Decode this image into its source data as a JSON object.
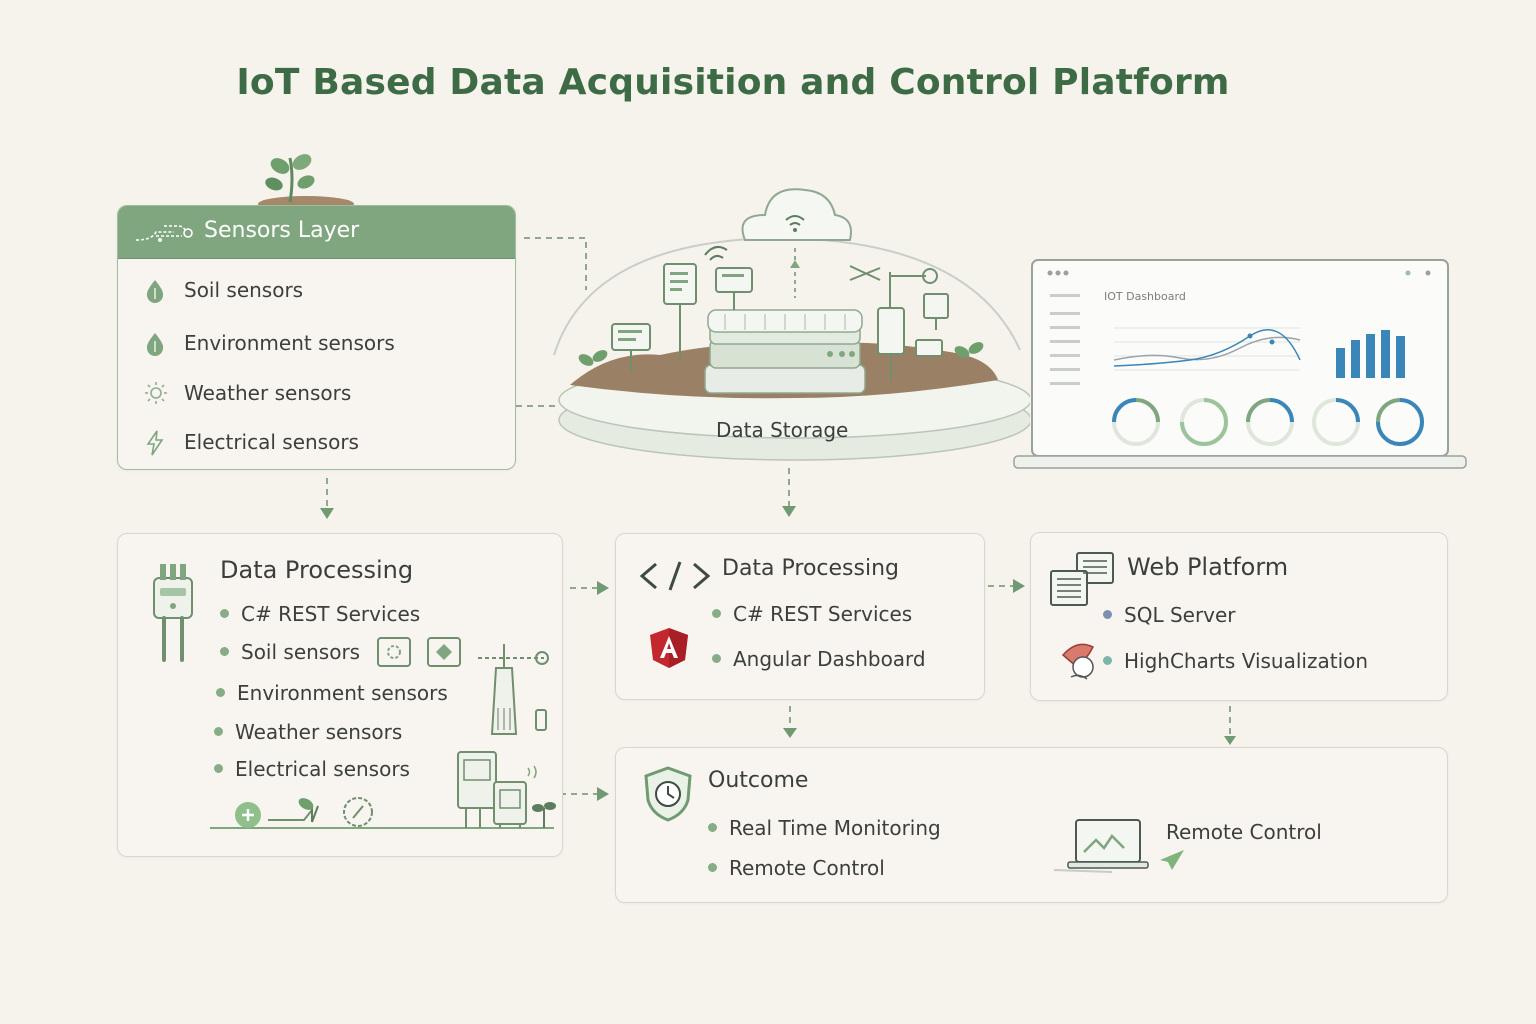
{
  "title": "IoT Based Data Acquisition and Control Platform",
  "sensors_layer": {
    "title": "Sensors Layer",
    "items": [
      {
        "label": "Soil sensors",
        "icon": "drop-icon"
      },
      {
        "label": "Environment sensors",
        "icon": "drop-icon"
      },
      {
        "label": "Weather sensors",
        "icon": "sun-icon"
      },
      {
        "label": "Electrical sensors",
        "icon": "lightning-icon"
      }
    ]
  },
  "storage": {
    "label": "Data Storage"
  },
  "dashboard": {
    "title": "IOT Dashboard"
  },
  "processing_left": {
    "title": "Data Processing",
    "items": [
      "C# REST Services",
      "Soil sensors",
      "Environment sensors",
      "Weather sensors",
      "Electrical sensors"
    ]
  },
  "processing_mid": {
    "title": "Data Processing",
    "items": [
      "C# REST Services",
      "Angular Dashboard"
    ]
  },
  "web_platform": {
    "title": "Web Platform",
    "items": [
      "SQL Server",
      "HighCharts Visualization"
    ]
  },
  "outcome": {
    "title": "Outcome",
    "items": [
      "Real Time Monitoring",
      "Remote Control"
    ],
    "side_label": "Remote Control"
  },
  "colors": {
    "accent": "#7fa67e",
    "title": "#3d6b45",
    "chart_blue": "#3a86b8"
  }
}
